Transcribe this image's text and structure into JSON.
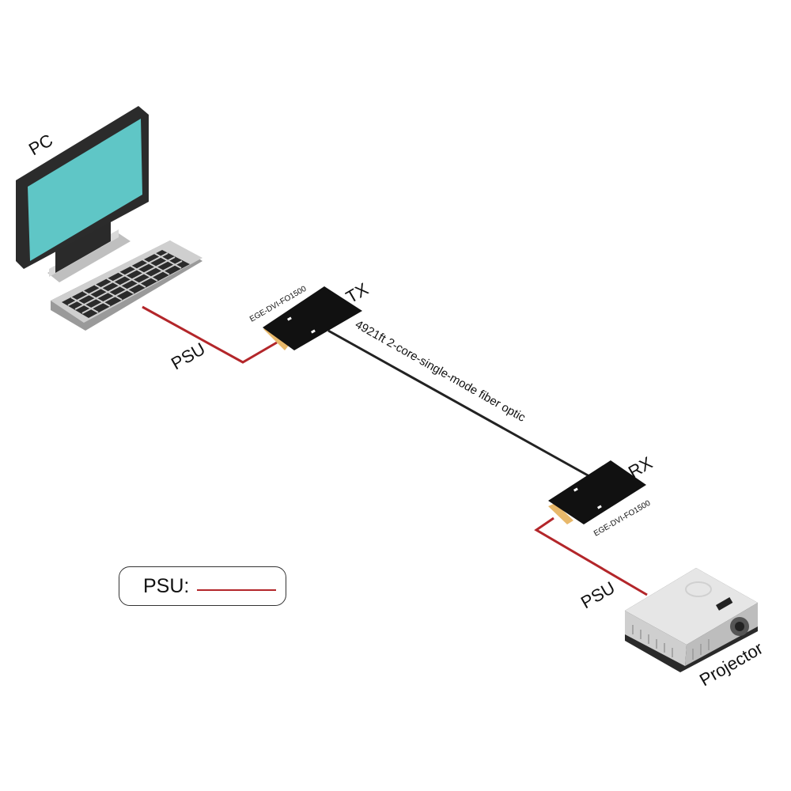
{
  "labels": {
    "pc": "PC",
    "tx": "TX",
    "rx": "RX",
    "tx_model": "EGE-DVI-FO1500",
    "rx_model": "EGE-DVI-FO1500",
    "psu_left": "PSU",
    "psu_right": "PSU",
    "fiber": "4921ft 2-core-single-mode fiber optic",
    "projector": "Projector"
  },
  "legend": {
    "label": "PSU:"
  },
  "colors": {
    "psu": "#b3262a",
    "fiber": "#222222",
    "screen": "#5fc6c6",
    "device": "#111111",
    "tab": "#e8b86a"
  }
}
